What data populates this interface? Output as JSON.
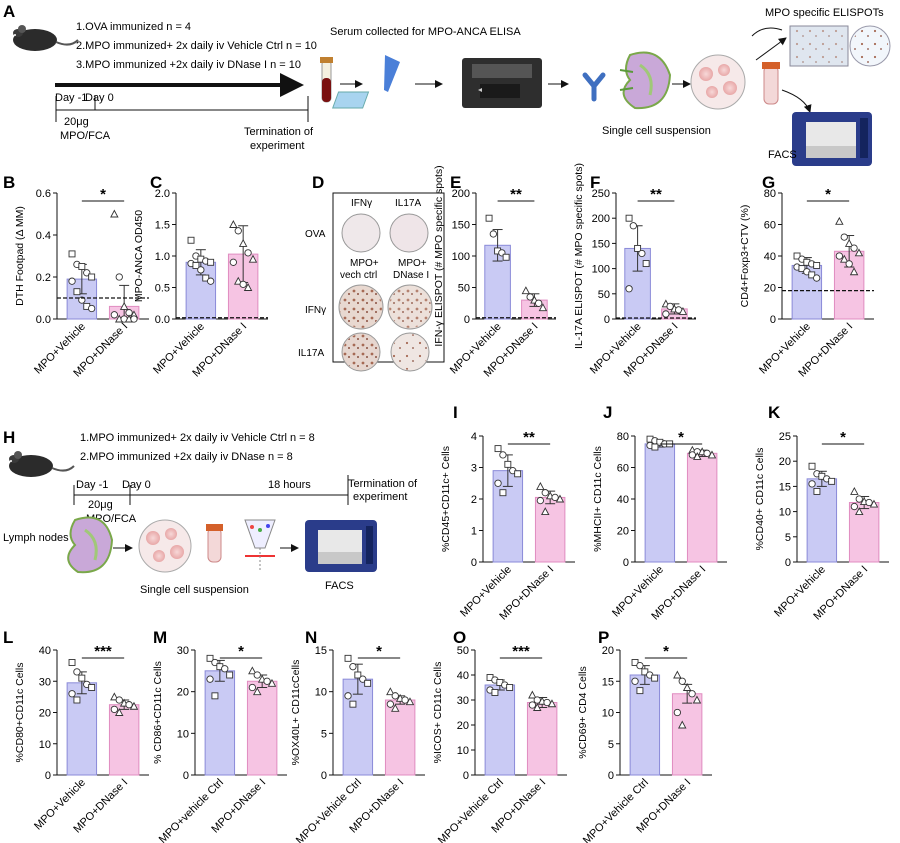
{
  "colors": {
    "vehicle_fill": "#c9caf4",
    "vehicle_stroke": "#8a8ad8",
    "dnase_fill": "#f6c4e3",
    "dnase_stroke": "#e08cc0",
    "arrow": "#111111"
  },
  "panel_labels": [
    "A",
    "B",
    "C",
    "D",
    "E",
    "F",
    "G",
    "H",
    "I",
    "J",
    "K",
    "L",
    "M",
    "N",
    "O",
    "P"
  ],
  "schematic_a": {
    "groups": [
      "1.OVA immunized n = 4",
      "2.MPO immunized+ 2x daily iv Vehicle Ctrl n = 10",
      "3.MPO immunized +2x daily iv DNase I n = 10"
    ],
    "day_minus1": "Day -1",
    "day0": "Day 0",
    "dose": "20μg",
    "adjuvant": "MPO/FCA",
    "termination_1": "Termination of",
    "termination_2": "experiment",
    "serum": "Serum collected for MPO-ANCA ELISA",
    "elispot": "MPO specific ELISPOTs",
    "single_cell": "Single cell suspension",
    "facs": "FACS",
    "icons": [
      "mouse-icon",
      "serum-tube-icon",
      "pipette-plate-icon",
      "plate-reader-icon",
      "antibody-icon",
      "lymph-node-icon",
      "cells-dish-icon",
      "tube-icon",
      "elispot-plate-icon",
      "facs-machine-icon"
    ]
  },
  "schematic_h": {
    "groups": [
      "1.MPO immunized+ 2x daily iv Vehicle Ctrl n = 8",
      "2.MPO immunized +2x daily iv DNase  n = 8"
    ],
    "day_minus1": "Day -1",
    "day0": "Day 0",
    "dose": "20μg",
    "adjuvant": "MPO/FCA",
    "hours": "18 hours",
    "termination_1": "Termination of",
    "termination_2": "experiment",
    "lymph_nodes": "Lymph nodes",
    "single_cell": "Single cell suspension",
    "facs": "FACS"
  },
  "elispot_d": {
    "col_top": [
      "IFNγ",
      "IL17A"
    ],
    "row_ova": "OVA",
    "col_mid_1a": "MPO+",
    "col_mid_1b": "vech ctrl",
    "col_mid_2a": "MPO+",
    "col_mid_2b": "DNase I",
    "row_ifn": "IFNγ",
    "row_il17": "IL17A"
  },
  "chart_data": [
    {
      "id": "B",
      "type": "bar",
      "ylabel": "DTH Footpad (Δ MM)",
      "ylim": [
        0,
        0.6
      ],
      "ticks": [
        0,
        0.2,
        0.4,
        0.6
      ],
      "tick_labels": [
        "0.0",
        "0.2",
        "0.4",
        "0.6"
      ],
      "categories": [
        "MPO+Vehicle",
        "MPO+DNase I"
      ],
      "values": [
        0.19,
        0.06
      ],
      "errors": [
        0.07,
        0.1
      ],
      "baseline": 0.1,
      "sig": "*",
      "points": [
        [
          0.31,
          0.26,
          0.25,
          0.22,
          0.2,
          0.18,
          0.13,
          0.09,
          0.06,
          0.05
        ],
        [
          0.5,
          0.2,
          0.06,
          0.03,
          0.02,
          0.02,
          0.0,
          0.0,
          0.0,
          0.0
        ]
      ]
    },
    {
      "id": "C",
      "type": "bar",
      "ylabel": "MPO-ANCA OD450",
      "ylim": [
        0,
        2.0
      ],
      "ticks": [
        0,
        0.5,
        1.0,
        1.5,
        2.0
      ],
      "tick_labels": [
        "0.0",
        "0.5",
        "1.0",
        "1.5",
        "2.0"
      ],
      "categories": [
        "MPO+Vehicle",
        "MPO+DNase I"
      ],
      "values": [
        0.9,
        1.03
      ],
      "errors": [
        0.2,
        0.45
      ],
      "baseline": 0.02,
      "sig": "",
      "points": [
        [
          1.25,
          1.0,
          0.95,
          0.92,
          0.9,
          0.88,
          0.85,
          0.78,
          0.65,
          0.6
        ],
        [
          1.5,
          1.4,
          1.2,
          1.05,
          0.95,
          0.9,
          0.6,
          0.55,
          0.5
        ]
      ]
    },
    {
      "id": "E",
      "type": "bar",
      "ylabel": "IFN-γ ELISPOT (# MPO specific spots)",
      "ylim": [
        0,
        200
      ],
      "ticks": [
        0,
        50,
        100,
        150,
        200
      ],
      "tick_labels": [
        "0",
        "50",
        "100",
        "150",
        "200"
      ],
      "categories": [
        "MPO+Vehicle",
        "MPO+DNase I"
      ],
      "values": [
        117,
        30
      ],
      "errors": [
        25,
        10
      ],
      "baseline": 2,
      "sig": "**",
      "points": [
        [
          160,
          135,
          108,
          105,
          98
        ],
        [
          45,
          35,
          30,
          25,
          18
        ]
      ]
    },
    {
      "id": "F",
      "type": "bar",
      "ylabel": "IL-17A ELISPOT (# MPO specific spots)",
      "ylim": [
        0,
        250
      ],
      "ticks": [
        0,
        50,
        100,
        150,
        200,
        250
      ],
      "tick_labels": [
        "0",
        "50",
        "100",
        "150",
        "200",
        "250"
      ],
      "categories": [
        "MPO+Vehicle",
        "MPO+DNase I"
      ],
      "values": [
        140,
        20
      ],
      "errors": [
        45,
        10
      ],
      "baseline": 2,
      "sig": "**",
      "points": [
        [
          200,
          185,
          140,
          130,
          110,
          60
        ],
        [
          30,
          25,
          20,
          18,
          15,
          10
        ]
      ]
    },
    {
      "id": "G",
      "type": "bar",
      "ylabel": "CD4+Foxp3+CTV (%)",
      "ylim": [
        0,
        80
      ],
      "ticks": [
        0,
        20,
        40,
        60,
        80
      ],
      "tick_labels": [
        "0",
        "20",
        "40",
        "60",
        "80"
      ],
      "categories": [
        "MPO+Vehicle",
        "MPO+DNase I"
      ],
      "values": [
        34,
        43
      ],
      "errors": [
        5,
        10
      ],
      "baseline": 18,
      "sig": "*",
      "points": [
        [
          40,
          38,
          36,
          35,
          34,
          33,
          32,
          30,
          28,
          26
        ],
        [
          62,
          52,
          48,
          45,
          42,
          40,
          38,
          35,
          30
        ]
      ]
    },
    {
      "id": "I",
      "type": "bar",
      "ylabel": "%CD45+CD11c+ Cells",
      "ylim": [
        0,
        4
      ],
      "ticks": [
        0,
        1,
        2,
        3,
        4
      ],
      "tick_labels": [
        "0",
        "1",
        "2",
        "3",
        "4"
      ],
      "categories": [
        "MPO+Vehicle",
        "MPO+DNase I"
      ],
      "values": [
        2.9,
        2.05
      ],
      "errors": [
        0.5,
        0.2
      ],
      "baseline": null,
      "sig": "**",
      "points": [
        [
          3.6,
          3.4,
          3.1,
          2.9,
          2.8,
          2.5,
          2.2
        ],
        [
          2.4,
          2.2,
          2.1,
          2.05,
          2.0,
          1.95,
          1.6
        ]
      ]
    },
    {
      "id": "J",
      "type": "bar",
      "ylabel": "%MHCII+ CD11c Cells",
      "ylim": [
        0,
        80
      ],
      "ticks": [
        0,
        20,
        40,
        60,
        80
      ],
      "tick_labels": [
        "0",
        "20",
        "40",
        "60",
        "80"
      ],
      "categories": [
        "MPO+Vehicle",
        "MPO+DNase I"
      ],
      "values": [
        75,
        69
      ],
      "errors": [
        2,
        2
      ],
      "baseline": null,
      "sig": "*",
      "points": [
        [
          78,
          77,
          76,
          75,
          75,
          74,
          73
        ],
        [
          71,
          70,
          70,
          69,
          68,
          68,
          67
        ]
      ]
    },
    {
      "id": "K",
      "type": "bar",
      "ylabel": "%CD40+ CD11c Cells",
      "ylim": [
        0,
        25
      ],
      "ticks": [
        0,
        5,
        10,
        15,
        20,
        25
      ],
      "tick_labels": [
        "0",
        "5",
        "10",
        "15",
        "20",
        "25"
      ],
      "categories": [
        "MPO+Vehicle",
        "MPO+DNase I"
      ],
      "values": [
        16.5,
        11.8
      ],
      "errors": [
        1.5,
        1.2
      ],
      "baseline": null,
      "sig": "*",
      "points": [
        [
          19,
          17.5,
          17,
          16.5,
          16,
          15.5,
          14
        ],
        [
          14,
          12.5,
          12,
          11.8,
          11.5,
          11,
          10
        ]
      ]
    },
    {
      "id": "L",
      "type": "bar",
      "ylabel": "%CD80+CD11c Cells",
      "ylim": [
        0,
        40
      ],
      "ticks": [
        0,
        10,
        20,
        30,
        40
      ],
      "tick_labels": [
        "0",
        "10",
        "20",
        "30",
        "40"
      ],
      "categories": [
        "MPO+Vehicle",
        "MPO+DNase I"
      ],
      "values": [
        29.5,
        22.5
      ],
      "errors": [
        3.5,
        1.5
      ],
      "baseline": null,
      "sig": "***",
      "points": [
        [
          36,
          33,
          31,
          29,
          28,
          26,
          24
        ],
        [
          25,
          24,
          23,
          22.5,
          22,
          21,
          20
        ]
      ]
    },
    {
      "id": "M",
      "type": "bar",
      "ylabel": "% CD86+CD11c Cells",
      "ylim": [
        0,
        30
      ],
      "ticks": [
        0,
        10,
        20,
        30
      ],
      "tick_labels": [
        "0",
        "10",
        "20",
        "30"
      ],
      "categories": [
        "MPO+vehicle Ctrl",
        "MPO+DNase I"
      ],
      "values": [
        25,
        22.5
      ],
      "errors": [
        2.5,
        1.5
      ],
      "baseline": null,
      "sig": "*",
      "points": [
        [
          28,
          27,
          26,
          25.5,
          24,
          23,
          19
        ],
        [
          25,
          24,
          23,
          22.5,
          22,
          21,
          20
        ]
      ]
    },
    {
      "id": "N",
      "type": "bar",
      "ylabel": "%OX40L+ CD11cCells",
      "ylim": [
        0,
        15
      ],
      "ticks": [
        0,
        5,
        10,
        15
      ],
      "tick_labels": [
        "0",
        "5",
        "10",
        "15"
      ],
      "categories": [
        "MPO+Vehicle Ctrl",
        "MPO+DNase I"
      ],
      "values": [
        11.5,
        9
      ],
      "errors": [
        1.8,
        0.5
      ],
      "baseline": null,
      "sig": "*",
      "points": [
        [
          14,
          13,
          12,
          11.5,
          11,
          9.5,
          8.5
        ],
        [
          10,
          9.5,
          9.2,
          9,
          8.8,
          8.5,
          8
        ]
      ]
    },
    {
      "id": "O",
      "type": "bar",
      "ylabel": "%ICOS+ CD11c Cells",
      "ylim": [
        0,
        50
      ],
      "ticks": [
        0,
        10,
        20,
        30,
        40,
        50
      ],
      "tick_labels": [
        "0",
        "10",
        "20",
        "30",
        "40",
        "50"
      ],
      "categories": [
        "MPO+Vehicle Ctrl",
        "MPO+DNase I"
      ],
      "values": [
        36,
        29
      ],
      "errors": [
        2,
        2
      ],
      "baseline": null,
      "sig": "***",
      "points": [
        [
          39,
          38,
          37,
          36,
          35,
          34,
          33
        ],
        [
          32,
          30,
          29.5,
          29,
          28.5,
          28,
          27
        ]
      ]
    },
    {
      "id": "P",
      "type": "bar",
      "ylabel": "%CD69+ CD4 Cells",
      "ylim": [
        0,
        20
      ],
      "ticks": [
        0,
        5,
        10,
        15,
        20
      ],
      "tick_labels": [
        "0",
        "5",
        "10",
        "15",
        "20"
      ],
      "categories": [
        "MPO+Vehicle Ctrl",
        "MPO+DNase I"
      ],
      "values": [
        16,
        13
      ],
      "errors": [
        1.5,
        1.5
      ],
      "baseline": null,
      "sig": "*",
      "points": [
        [
          18,
          17.5,
          16.5,
          16,
          15.5,
          15,
          13.5
        ],
        [
          16,
          15,
          14,
          13,
          12,
          10,
          8
        ]
      ]
    }
  ]
}
